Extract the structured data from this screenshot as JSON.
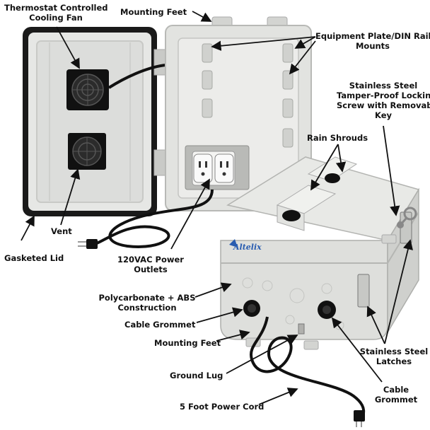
{
  "product": {
    "brand_mark": "Altelix"
  },
  "callouts": {
    "thermostat_fan": [
      "Thermostat Controlled",
      "Cooling Fan"
    ],
    "mounting_feet_top": "Mounting Feet",
    "equipment_plate": [
      "Equipment Plate/DIN Rail",
      "Mounts"
    ],
    "locking_screw": [
      "Stainless Steel",
      "Tamper-Proof Locking",
      "Screw with Removable",
      "Key"
    ],
    "rain_shrouds": "Rain Shrouds",
    "vent": "Vent",
    "gasketed_lid": "Gasketed Lid",
    "power_outlets": [
      "120VAC Power",
      "Outlets"
    ],
    "construction": [
      "Polycarbonate + ABS",
      "Construction"
    ],
    "cable_grommet_left": "Cable Grommet",
    "mounting_feet_bottom": "Mounting Feet",
    "ground_lug": "Ground Lug",
    "power_cord": "5 Foot Power Cord",
    "latches": [
      "Stainless Steel",
      "Latches"
    ],
    "cable_grommet_right": [
      "Cable",
      "Grommet"
    ]
  }
}
